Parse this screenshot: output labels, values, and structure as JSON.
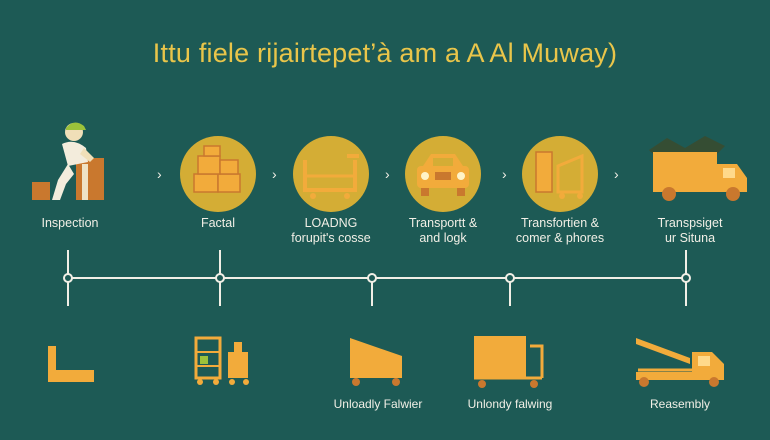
{
  "title": "Ittu fiele rijairtepet’à am a A Al Muway)",
  "steps": [
    {
      "label_lines": [
        "Inspection"
      ],
      "icon": "worker-with-box-icon"
    },
    {
      "label_lines": [
        "Factal"
      ],
      "icon": "stacked-boxes-icon"
    },
    {
      "label_lines": [
        "LOADNG",
        "forupit's cosse"
      ],
      "icon": "cart-icon"
    },
    {
      "label_lines": [
        "Transportt &",
        "and logk"
      ],
      "icon": "car-icon"
    },
    {
      "label_lines": [
        "Transfortien &",
        "comer & phores"
      ],
      "icon": "dolly-cart-icon"
    },
    {
      "label_lines": [
        "Transpsiget",
        "ur Situna"
      ],
      "icon": "delivery-truck-icon"
    }
  ],
  "bottom_items": [
    {
      "label": "",
      "icon": "ramp-block-icon"
    },
    {
      "label": "",
      "icon": "shelf-trolley-icon"
    },
    {
      "label": "Unloadly Falwier",
      "icon": "tipping-trailer-icon"
    },
    {
      "label": "Unlondy falwing",
      "icon": "container-cart-icon"
    },
    {
      "label": "Reasembly",
      "icon": "dump-truck-icon"
    }
  ],
  "colors": {
    "background": "#1d5a55",
    "accent": "#e9c54a",
    "icon_fill": "#f2ab3b",
    "circle_fill": "#d4ad35",
    "text": "#f1efe6"
  }
}
